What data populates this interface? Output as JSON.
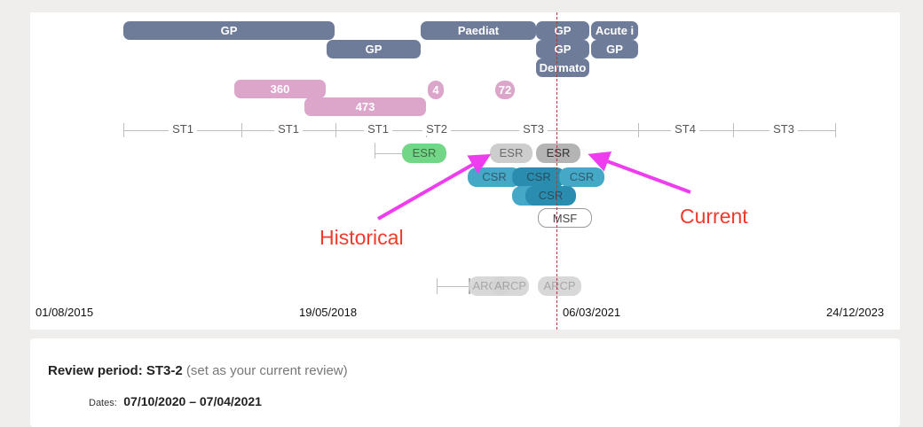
{
  "posts": {
    "gp_1": "GP",
    "gp_2": "GP",
    "paediat": "Paediat",
    "gp_3": "GP",
    "gp_4": "GP",
    "dermato": "Dermato",
    "acute": "Acute i",
    "gp_5": "GP"
  },
  "absences": {
    "a360": "360",
    "a473": "473",
    "a4": "4",
    "a72": "72"
  },
  "stages": [
    "ST1",
    "ST1",
    "ST1",
    "ST2",
    "ST3",
    "ST4",
    "ST3"
  ],
  "events": {
    "esr_green": "ESR",
    "esr_historical": "ESR",
    "esr_current": "ESR",
    "csr_1": "CSR",
    "csr_2": "CSR",
    "csr_3": "CSR",
    "csr_4": "CSR",
    "msf": "MSF",
    "arcp_1": "ARCP",
    "arcp_2": "ARCP",
    "arcp_3": "ARCP"
  },
  "annotations": {
    "historical": "Historical",
    "current": "Current"
  },
  "axis_dates": [
    "01/08/2015",
    "19/05/2018",
    "06/03/2021",
    "24/12/2023"
  ],
  "review": {
    "title_label": "Review period: ST3-2",
    "title_note": "(set as your current review)",
    "dates_label": "Dates:",
    "dates_value": "07/10/2020 – 07/04/2021"
  },
  "colors": {
    "post": "#6e7c9a",
    "absence": "#dca6cb",
    "esr_green": "#71d685",
    "csr": "#44a8c6",
    "annotation": "#ef3b2c",
    "arrow": "#ee3cef",
    "today_line": "#b03a3a"
  }
}
